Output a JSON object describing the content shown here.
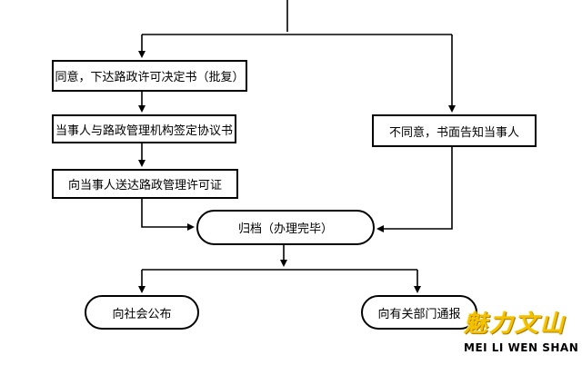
{
  "flowchart": {
    "approve": "同意，下达路政许可决定书（批复）",
    "agreement": "当事人与路政管理机构签定协议书",
    "permit": "向当事人送达路政管理许可证",
    "reject": "不同意，书面告知当事人",
    "archive": "归档（办理完毕）",
    "public": "向社会公布",
    "notify": "向有关部门通报"
  },
  "watermark": {
    "logo_cn": "魅力文山",
    "logo_en": "MEI LI WEN  SHAN"
  }
}
